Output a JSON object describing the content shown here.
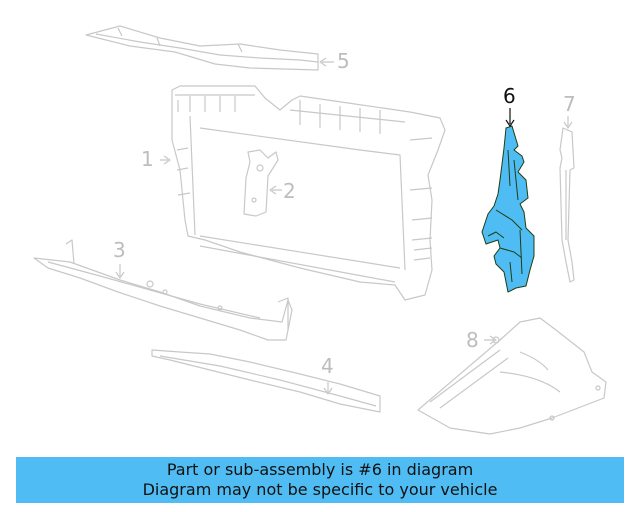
{
  "diagram": {
    "highlight_color": "#4fbdf4",
    "line_color": "#c8c8c8",
    "callouts": [
      {
        "number": "1",
        "label": "1",
        "highlighted": false
      },
      {
        "number": "2",
        "label": "2",
        "highlighted": false
      },
      {
        "number": "3",
        "label": "3",
        "highlighted": false
      },
      {
        "number": "4",
        "label": "4",
        "highlighted": false
      },
      {
        "number": "5",
        "label": "5",
        "highlighted": false
      },
      {
        "number": "6",
        "label": "6",
        "highlighted": true
      },
      {
        "number": "7",
        "label": "7",
        "highlighted": false
      },
      {
        "number": "8",
        "label": "8",
        "highlighted": false
      }
    ]
  },
  "banner": {
    "background": "#4fbdf4",
    "line1": "Part or sub-assembly is #6 in diagram",
    "line2": "Diagram may not be specific to your vehicle"
  }
}
